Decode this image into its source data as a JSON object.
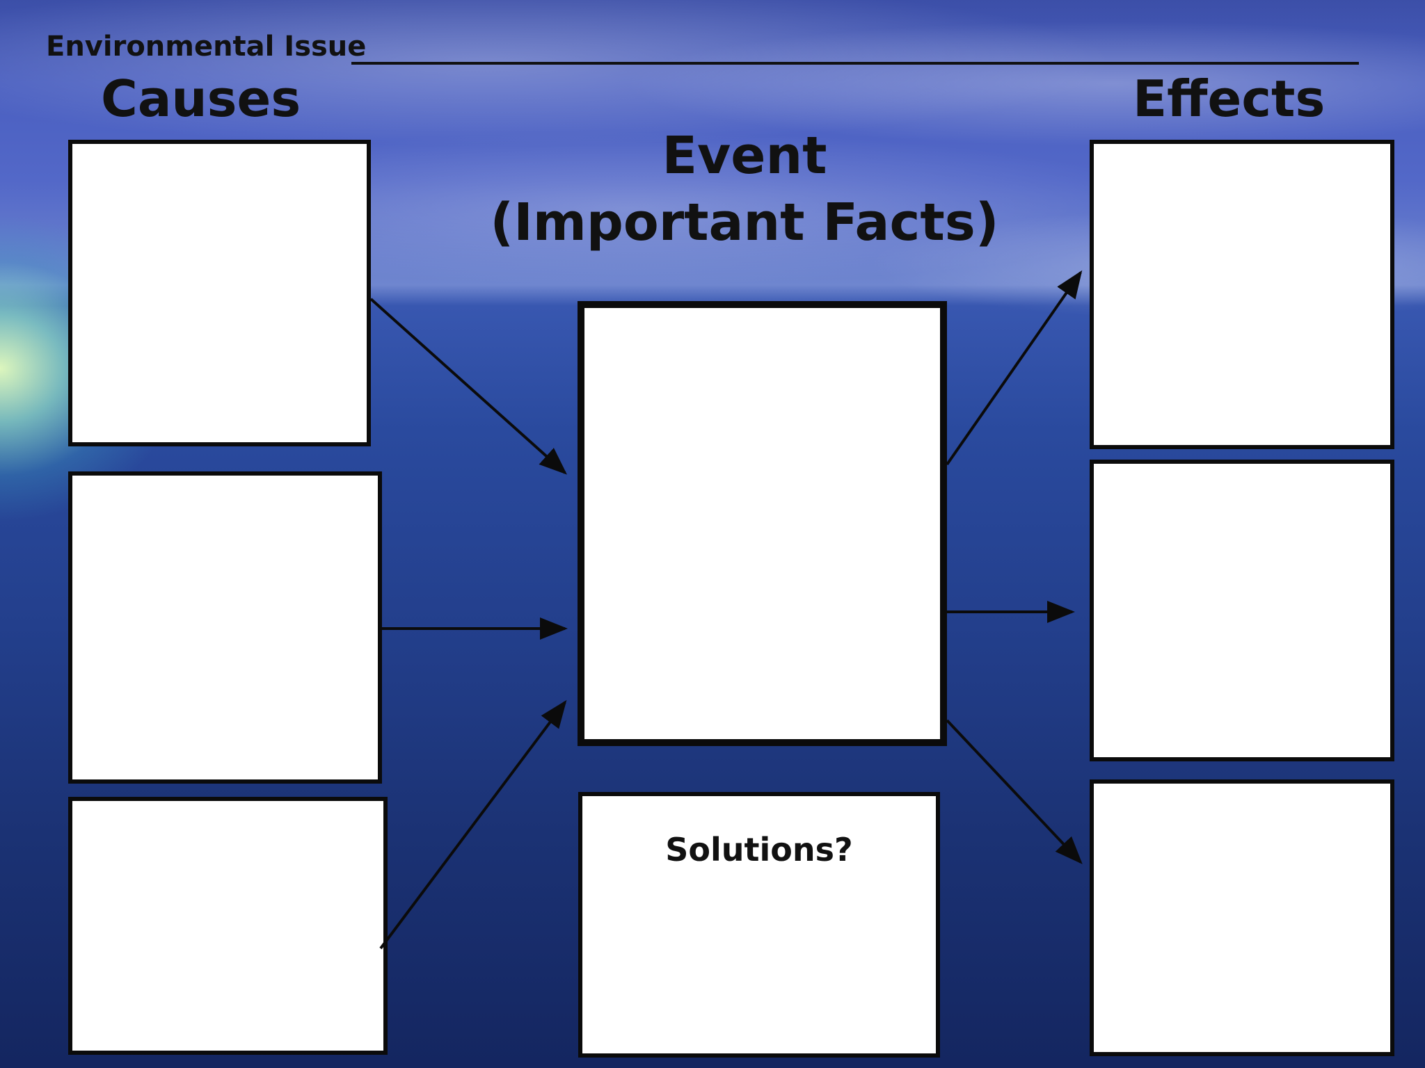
{
  "header": {
    "issue_label": "Environmental Issue"
  },
  "columns": {
    "causes_heading": "Causes",
    "event_heading_line1": "Event",
    "event_heading_line2": "(Important Facts)",
    "effects_heading": "Effects"
  },
  "solutions": {
    "label": "Solutions?"
  },
  "colors": {
    "box_fill": "#ffffff",
    "box_border": "#0b0b0b",
    "text": "#111111",
    "arrow": "#0b0b0b"
  }
}
